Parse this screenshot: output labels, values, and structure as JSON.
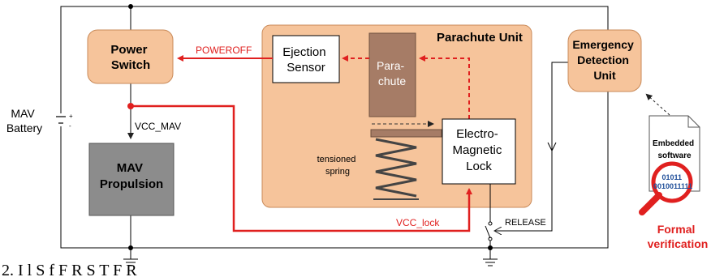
{
  "blocks": {
    "power_switch": [
      "Power",
      "Switch"
    ],
    "mav_propulsion": [
      "MAV",
      "Propulsion"
    ],
    "ejection_sensor": [
      "Ejection",
      "Sensor"
    ],
    "parachute": [
      "Para-",
      "chute"
    ],
    "parachute_unit_title": "Parachute Unit",
    "em_lock": [
      "Electro-",
      "Magnetic",
      "Lock"
    ],
    "emergency_detection": [
      "Emergency",
      "Detection",
      "Unit"
    ]
  },
  "labels": {
    "battery": [
      "MAV",
      "Battery"
    ],
    "poweroff": "POWEROFF",
    "vcc_mav": "VCC_MAV",
    "vcc_lock": "VCC_lock",
    "release": "RELEASE",
    "spring": [
      "tensioned",
      "spring"
    ]
  },
  "software_doc": {
    "title": [
      "Embedded",
      "software"
    ],
    "bits": [
      "01011",
      "0010011111"
    ]
  },
  "verification": [
    "Formal",
    "verification"
  ],
  "caption_fragment": "2. I         l S         f   F          R          S        T  F          R",
  "colors": {
    "block_fill": "#f6c49b",
    "block_stroke": "#c98a59",
    "propulsion_fill": "#8c8c8c",
    "parachute_fill": "#a67c66",
    "accent_red": "#e0201f"
  }
}
